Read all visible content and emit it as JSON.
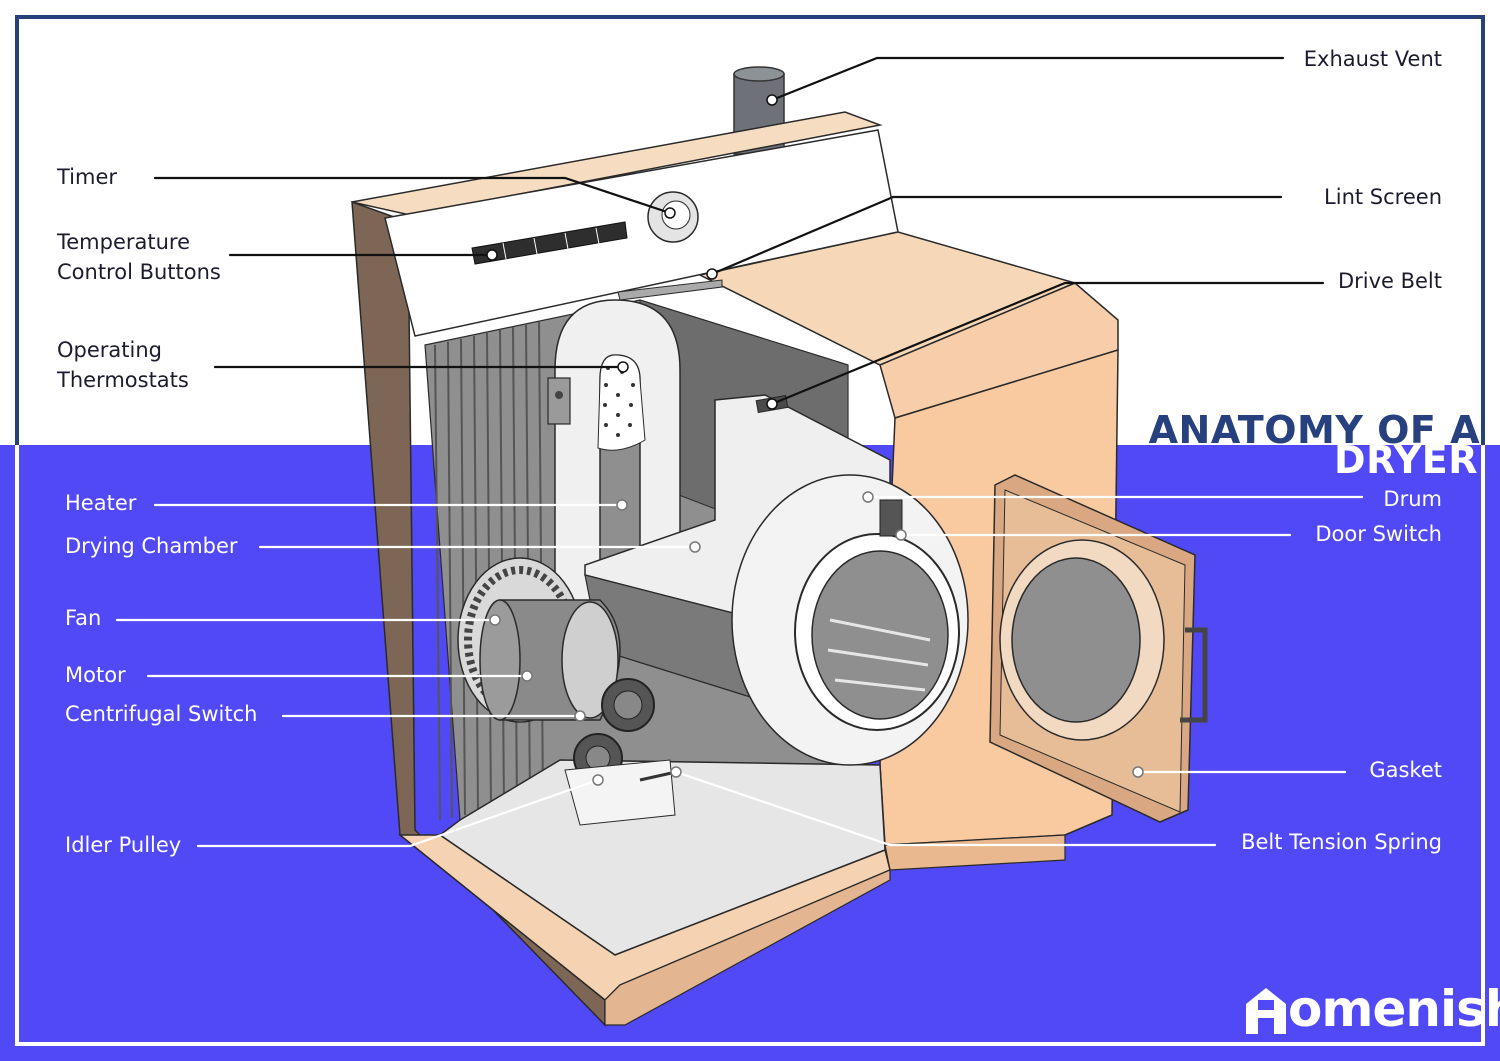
{
  "title": {
    "line1": "ANATOMY OF A",
    "line2": "DRYER"
  },
  "brand": {
    "name": "omenish",
    "logo_icon": "house-h-icon"
  },
  "colors": {
    "accent_blue": "#5149f5",
    "border_navy": "#26407a",
    "title_navy": "#27407e",
    "cabinet_peach": "#f9c9a0",
    "cabinet_brown": "#7d6655"
  },
  "labels": {
    "exhaust_vent": "Exhaust Vent",
    "timer": "Timer",
    "lint_screen": "Lint Screen",
    "temp_line1": "Temperature",
    "temp_line2": "Control Buttons",
    "drive_belt": "Drive Belt",
    "thermo_line1": "Operating",
    "thermo_line2": "Thermostats",
    "heater": "Heater",
    "drum": "Drum",
    "drying_chamber": "Drying Chamber",
    "door_switch": "Door Switch",
    "fan": "Fan",
    "motor": "Motor",
    "centrifugal_switch": "Centrifugal Switch",
    "gasket": "Gasket",
    "belt_tension_spring": "Belt Tension Spring",
    "idler_pulley": "Idler Pulley"
  }
}
